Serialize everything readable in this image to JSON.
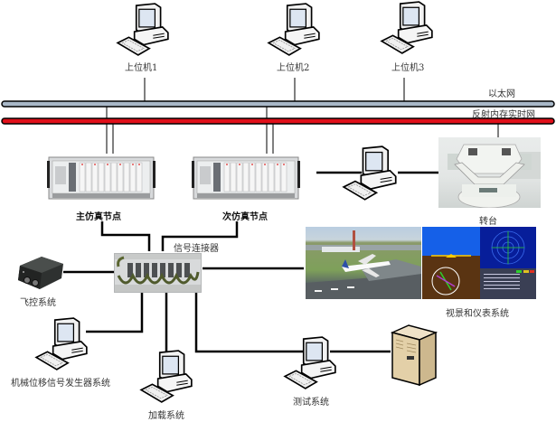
{
  "title": "仿真系统网络结构图",
  "networks": {
    "ethernet": {
      "label": "以太网",
      "color": "#a9b8c8"
    },
    "reflective_memory": {
      "label": "反射内存实时网",
      "color": "#e0101a"
    }
  },
  "host_computers": [
    {
      "label": "上位机1"
    },
    {
      "label": "上位机2"
    },
    {
      "label": "上位机3"
    }
  ],
  "nodes": {
    "main_sim": {
      "label": "主仿真节点"
    },
    "sub_sim": {
      "label": "次仿真节点"
    },
    "turntable": {
      "label": "转台"
    },
    "signal_connector": {
      "label": "信号连接器"
    },
    "flight_control": {
      "label": "飞控系统"
    },
    "visual_instrument": {
      "label": "视景和仪表系统"
    },
    "mech_signal_gen": {
      "label": "机械位移信号发生器系统"
    },
    "loading": {
      "label": "加载系统"
    },
    "test": {
      "label": "测试系统"
    }
  }
}
